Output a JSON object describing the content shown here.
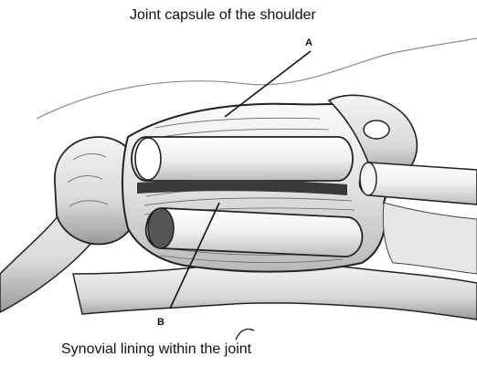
{
  "captions": {
    "top": "Joint capsule of the shoulder",
    "bottom": "Synovial lining within the joint"
  },
  "labels": {
    "a": "A",
    "b": "B"
  },
  "colors": {
    "ink": "#111111",
    "shade": "#6f6f6f",
    "light_shade": "#cfcfcf",
    "paper": "#ffffff"
  }
}
